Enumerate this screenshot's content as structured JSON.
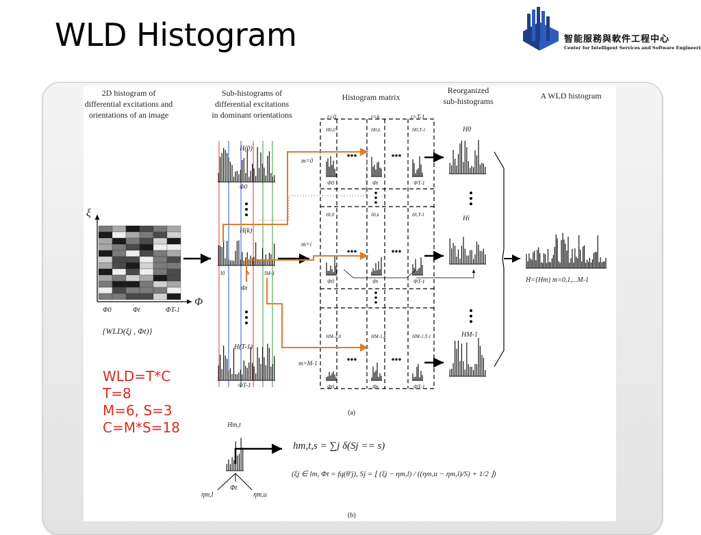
{
  "slide": {
    "title": "WLD Histogram"
  },
  "logo": {
    "name_cn": "智能服務與軟件工程中心",
    "name_en": "Center for Intelligent Services and Software Engineering"
  },
  "figure": {
    "col_titles": [
      [
        "2D histogram of",
        "differential excitations and",
        "orientations of an image"
      ],
      [
        "Sub-histograms of",
        "differential excitations",
        "in dominant orientations"
      ],
      [
        "Histogram matrix"
      ],
      [
        "Reorganized",
        "sub-histograms"
      ],
      [
        "A WLD histogram"
      ]
    ],
    "axis_xi": "ξ",
    "axis_phi": "Φ",
    "phi_labels": [
      "Φ0",
      "Φt",
      "ΦT-1"
    ],
    "wld_set": "{WLD(ξj , Φt)}",
    "sub_hist_labels": [
      "H(0)",
      "H(k)",
      "H(T-1)"
    ],
    "sub_phi_labels": [
      "Φ0",
      "Φt",
      "ΦT-1"
    ],
    "interval_labels": [
      "l0",
      "lt",
      "lM-1"
    ],
    "t_labels": [
      "t=0",
      "t=k",
      "t=T-1"
    ],
    "m_labels": [
      "m=0",
      "m=i",
      "m=M-1"
    ],
    "cell_labels": [
      "H0,0",
      "H0,k",
      "H0,T-1",
      "Hi,0",
      "Hi,k",
      "Hi,T-1",
      "HM-1,0",
      "HM-1,k",
      "HM-1,T-1"
    ],
    "cell_phi": [
      "Φ0",
      "Φt",
      "ΦT-1"
    ],
    "reorg_labels": [
      "H0",
      "Hi",
      "HM-1"
    ],
    "final_label": "H={Hm} m=0,1,...M-1",
    "caption_a": "(a)",
    "caption_b": "(b)",
    "b_hist_label": "Hm,t",
    "b_eta_l": "ηm,l",
    "b_eta_u": "ηm,u",
    "b_phi": "Φt",
    "formula_main": "hm,t,s = ∑j δ(Sj == s)",
    "formula_cond": "(ξj ∈ lm,  Φt = fq(θ'j),  Sj = ⌊ (ξj − ηm,l) / ((ηm,u − ηm,l)/S) + 1/2 ⌋)"
  },
  "params": [
    "WLD=T*C",
    "T=8",
    "M=6, S=3",
    "C=M*S=18"
  ],
  "colors": {
    "accent": "#e0281e",
    "arrow_orange": "#e07b2a"
  }
}
